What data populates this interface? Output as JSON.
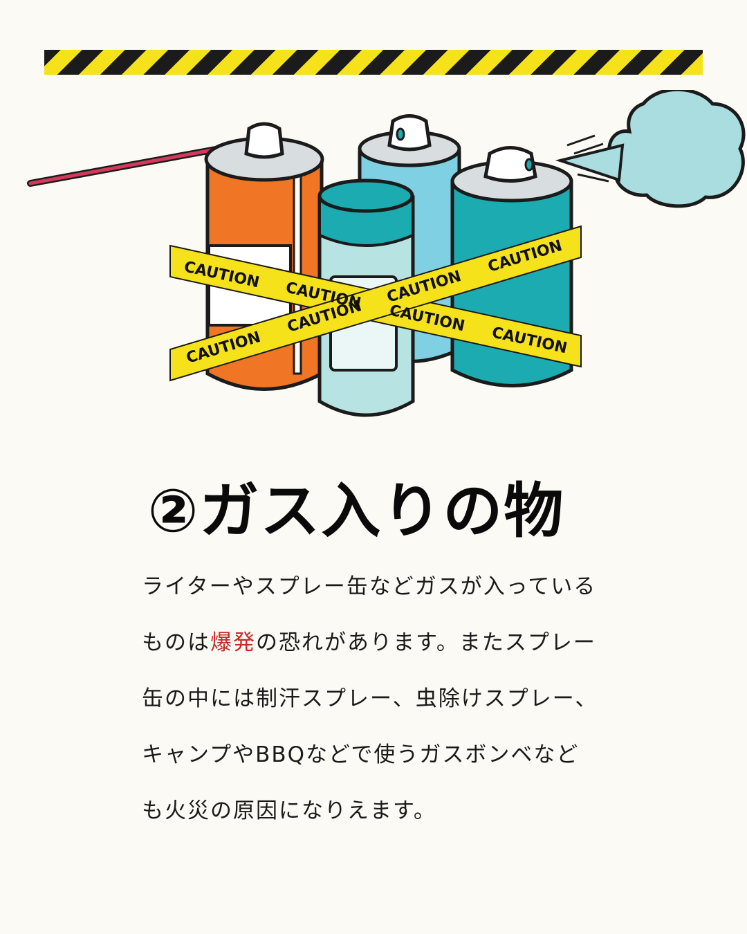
{
  "colors": {
    "background": "#fbfaf4",
    "stripe_yellow": "#f5e21b",
    "stripe_black": "#1b1b1b",
    "tape_yellow": "#f6e21a",
    "highlight": "#c8282a",
    "orange_can": "#f07525",
    "blue_can": "#7fd0e2",
    "teal_can": "#1cabb0",
    "pale_can": "#b7e3e3",
    "cloud": "#a9dde0",
    "straw": "#d2395b"
  },
  "illustration": {
    "caution_texts": [
      "CAUTION",
      "CAUTION",
      "CAUTION",
      "CAUTION",
      "CAUTION",
      "CAUTION",
      "CAUTION",
      "CAUTION"
    ]
  },
  "title": "②ガス入りの物",
  "body": {
    "line1": "ライターやスプレー缶などガスが入っている",
    "line2_before": "ものは",
    "line2_highlight": "爆発",
    "line2_after": "の恐れがあります。またスプレー",
    "line3": "缶の中には制汗スプレー、虫除けスプレー、",
    "line4": "キャンプやBBQなどで使うガスボンベなど",
    "line5": "も火災の原因になりえます。"
  }
}
